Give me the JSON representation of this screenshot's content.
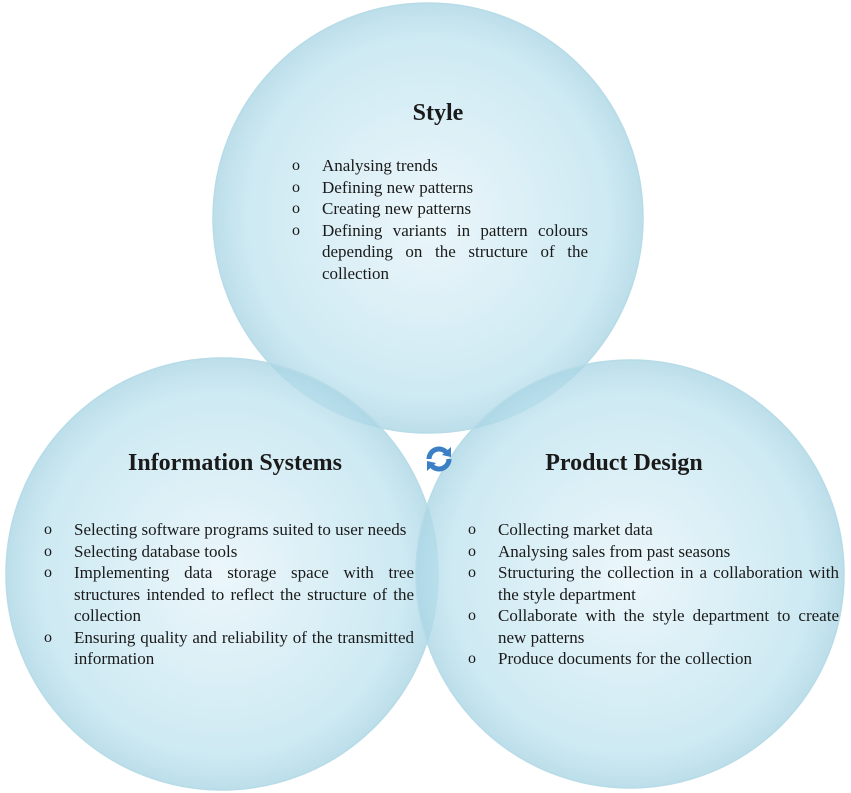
{
  "colors": {
    "circle_fill": "#bfe3ef",
    "circle_center": "#e6f4f9",
    "circle_edge": "#a9d5e4",
    "cycle_icon": "#3b7fc4"
  },
  "icons": {
    "center": "cycle-arrows-icon"
  },
  "circles": [
    {
      "title": "Style",
      "items": [
        "Analysing trends",
        "Defining new patterns",
        "Creating new patterns",
        "Defining variants in pattern colours depending on the structure of the collection"
      ]
    },
    {
      "title": "Information Systems",
      "items": [
        "Selecting software programs suited to user needs",
        "Selecting database tools",
        "Implementing data storage space with tree structures intended to reflect the structure of the collection",
        "Ensuring quality and reliability of the transmitted information"
      ]
    },
    {
      "title": "Product Design",
      "items": [
        "Collecting market data",
        "Analysing sales from past seasons",
        "Structuring the collection in a collaboration with the style department",
        "Collaborate with the style department to create new patterns",
        "Produce documents for the collection"
      ]
    }
  ],
  "bullet_char": "o"
}
